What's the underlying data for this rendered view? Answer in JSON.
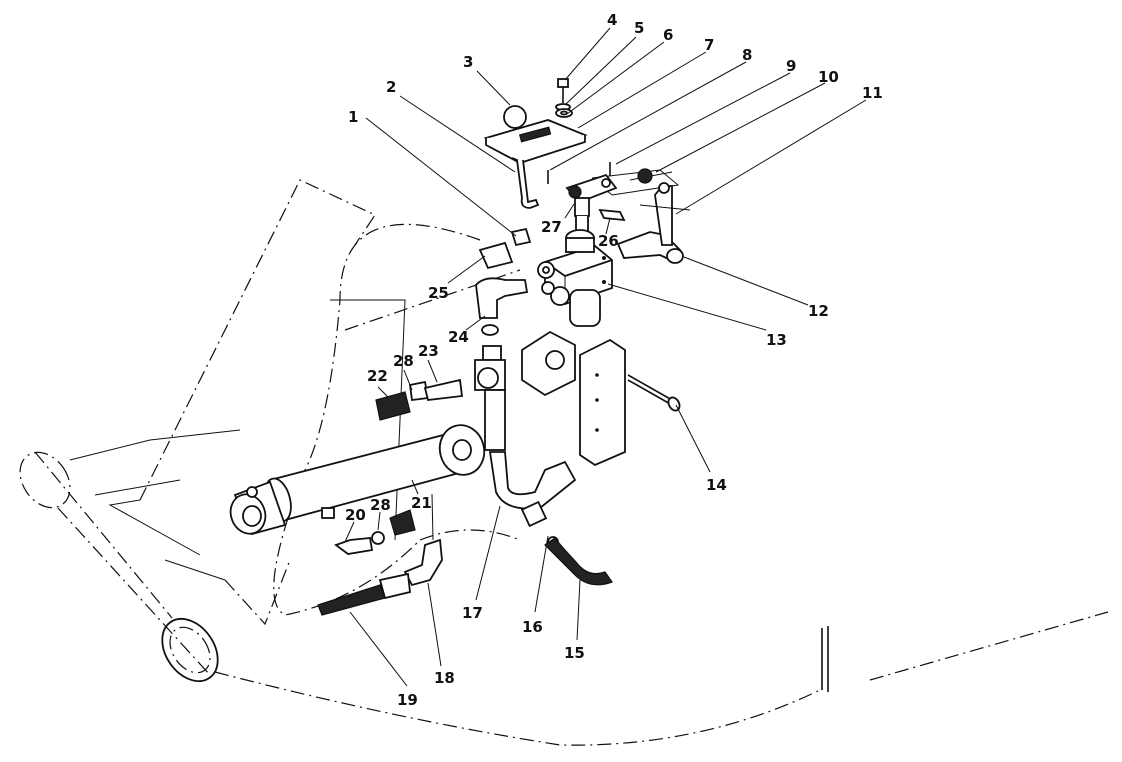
{
  "callouts": [
    {
      "id": "1",
      "label": "1"
    },
    {
      "id": "2",
      "label": "2"
    },
    {
      "id": "3",
      "label": "3"
    },
    {
      "id": "4",
      "label": "4"
    },
    {
      "id": "5",
      "label": "5"
    },
    {
      "id": "6",
      "label": "6"
    },
    {
      "id": "7",
      "label": "7"
    },
    {
      "id": "8",
      "label": "8"
    },
    {
      "id": "9",
      "label": "9"
    },
    {
      "id": "10",
      "label": "10"
    },
    {
      "id": "11",
      "label": "11"
    },
    {
      "id": "12",
      "label": "12"
    },
    {
      "id": "13",
      "label": "13"
    },
    {
      "id": "14",
      "label": "14"
    },
    {
      "id": "15",
      "label": "15"
    },
    {
      "id": "16",
      "label": "16"
    },
    {
      "id": "17",
      "label": "17"
    },
    {
      "id": "18",
      "label": "18"
    },
    {
      "id": "19",
      "label": "19"
    },
    {
      "id": "20",
      "label": "20"
    },
    {
      "id": "21",
      "label": "21"
    },
    {
      "id": "22",
      "label": "22"
    },
    {
      "id": "23",
      "label": "23"
    },
    {
      "id": "24",
      "label": "24"
    },
    {
      "id": "25",
      "label": "25"
    },
    {
      "id": "26",
      "label": "26"
    },
    {
      "id": "27",
      "label": "27"
    },
    {
      "id": "28a",
      "label": "28"
    },
    {
      "id": "28b",
      "label": "28"
    }
  ]
}
